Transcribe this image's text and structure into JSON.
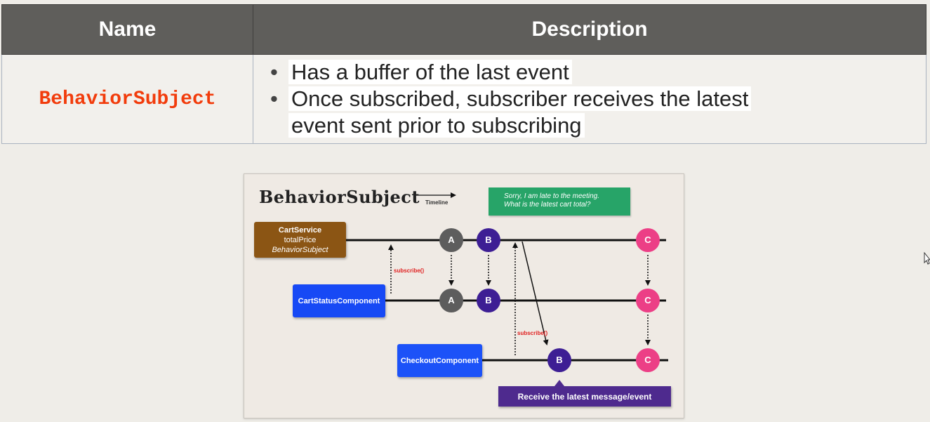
{
  "table": {
    "headers": [
      "Name",
      "Description"
    ],
    "row": {
      "name": "BehaviorSubject",
      "bullets": [
        "Has a buffer of the last event",
        "Once subscribed, subscriber receives the latest event sent prior to subscribing"
      ]
    }
  },
  "diagram": {
    "title": "BehaviorSubject",
    "timeline_label": "Timeline",
    "note_line1": "Sorry, I am late to the meeting.",
    "note_line2": "What is the latest cart total?",
    "cart_service": {
      "title": "CartService",
      "property": "totalPrice",
      "type": "BehaviorSubject"
    },
    "cart_status_component": "CartStatusComponent",
    "checkout_component": "CheckoutComponent",
    "subscribe_label_1": "subscribe()",
    "subscribe_label_2": "subscribe()",
    "callout": "Receive the latest message/event",
    "marbles": {
      "a": "A",
      "b": "B",
      "c": "C"
    },
    "colors": {
      "marble_a": "#5d5d5d",
      "marble_b": "#3d1e94",
      "marble_c": "#ec3f86",
      "cart_service_box": "#8b5514",
      "component_box": "#1749f5",
      "note": "#27a468",
      "callout": "#4e2a8e",
      "name_text": "#f23c0c",
      "header_bg": "#5f5e5b"
    }
  }
}
